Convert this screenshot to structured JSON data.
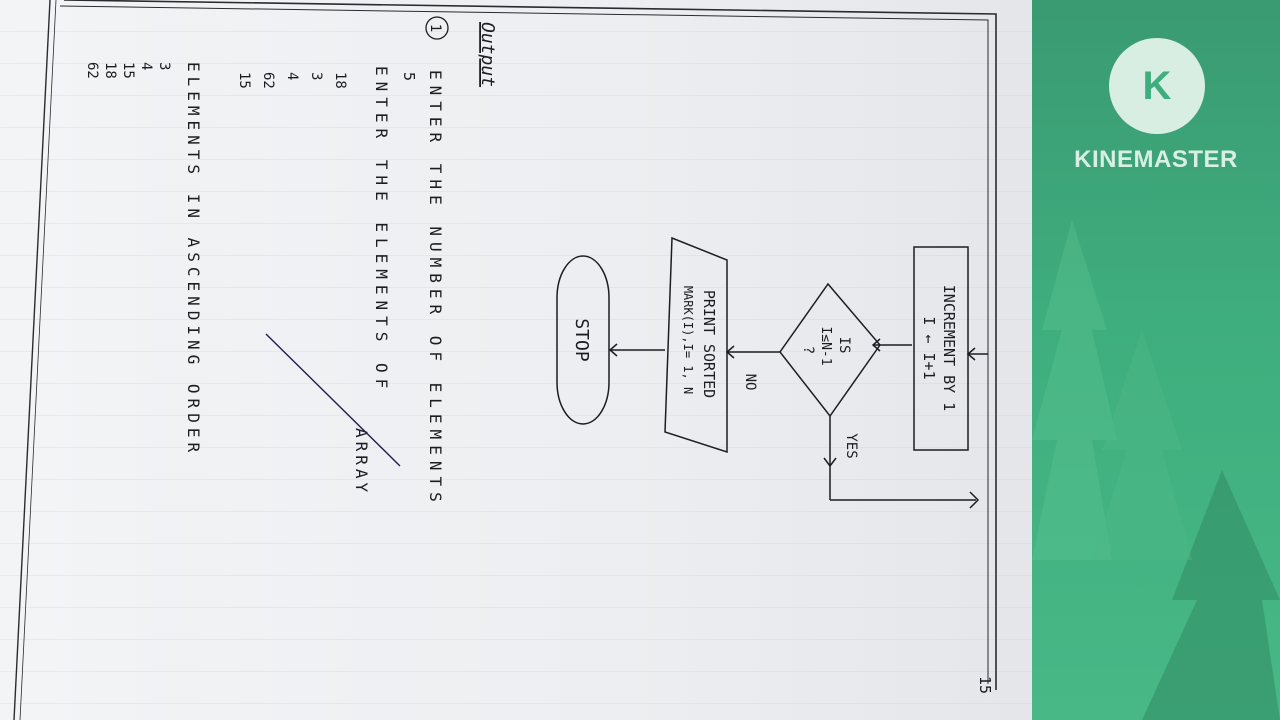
{
  "page": {
    "heading": "Output",
    "item_number": "1",
    "page_number": "15"
  },
  "flowchart": {
    "increment_box": {
      "line1": "INCREMENT BY 1",
      "line2": "I ← I+1"
    },
    "decision": {
      "line1": "IS",
      "line2": "I≤N-1",
      "line3": "?"
    },
    "yes_label": "YES",
    "no_label": "NO",
    "print_box": {
      "line1": "PRINT SORTED",
      "line2": "MARK(I),I= 1, N"
    },
    "stop_label": "STOP"
  },
  "output_text": {
    "prompt1": "ENTER THE NUMBER OF ELEMENTS",
    "input_count": "5",
    "prompt2a": "ENTER THE ELEMENTS OF",
    "prompt2b": "ARRAY",
    "inputs": [
      "18",
      "3",
      "4",
      "62",
      "15"
    ],
    "result_label": "ELEMENTS IN ASCENDING ORDER",
    "results": [
      "3",
      "4",
      "15",
      "18",
      "62"
    ]
  },
  "watermark": {
    "logo_letter": "K",
    "brand": "KINEMASTER",
    "accent_color": "#3fae7e"
  }
}
